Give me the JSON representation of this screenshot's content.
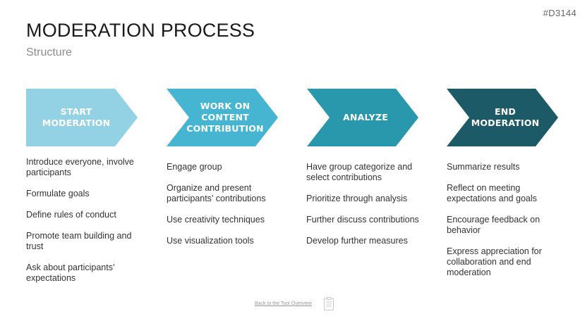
{
  "doc_id": "#D3144",
  "title": "MODERATION PROCESS",
  "subtitle": "Structure",
  "steps": [
    {
      "label": "START\nMODERATION",
      "color": "#93d1e4",
      "items": [
        "Introduce everyone, involve participants",
        "Formulate goals",
        "Define rules of conduct",
        "Promote team building and trust",
        "Ask about participants’ expectations"
      ]
    },
    {
      "label": "WORK ON\nCONTENT\nCONTRIBUTION",
      "color": "#45b5d2",
      "items": [
        "Engage group",
        "Organize and present participants’ contributions",
        "Use creativity techniques",
        "Use visualization tools"
      ]
    },
    {
      "label": "ANALYZE",
      "color": "#2a98ac",
      "items": [
        "Have group categorize and select contributions",
        "Prioritize through analysis",
        "Further discuss contributions",
        "Develop further measures"
      ]
    },
    {
      "label": "END\nMODERATION",
      "color": "#1d5a68",
      "items": [
        "Summarize results",
        "Reflect on meeting expectations and goals",
        "Encourage feedback on behavior",
        "Express appreciation for collaboration and end moderation"
      ]
    }
  ],
  "footer": {
    "link_text": "Back to the Tool Overview",
    "icon": "clipboard-icon"
  }
}
